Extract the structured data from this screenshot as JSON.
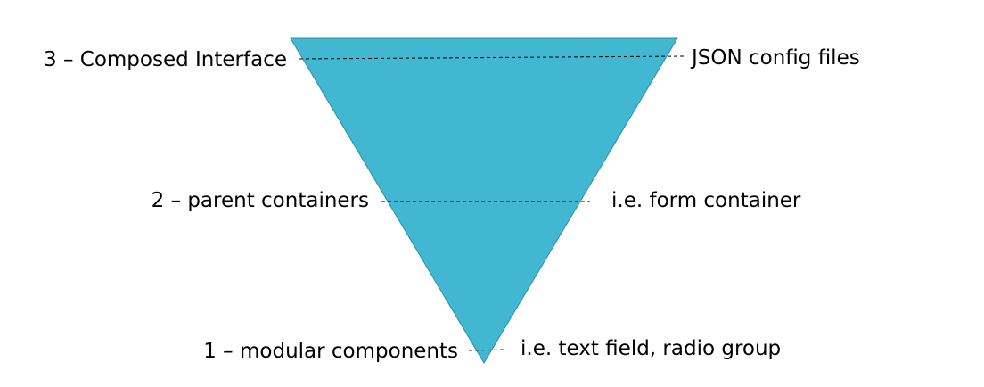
{
  "colors": {
    "triangle_fill": "#42b7d1",
    "triangle_stroke": "#2f8fa6",
    "dash_line": "#000000"
  },
  "layers": [
    {
      "left_label": "3 – Composed Interface",
      "right_label": "JSON config files"
    },
    {
      "left_label": "2 – parent containers",
      "right_label": "i.e. form container"
    },
    {
      "left_label": "1 – modular components",
      "right_label": "i.e. text field, radio group"
    }
  ]
}
